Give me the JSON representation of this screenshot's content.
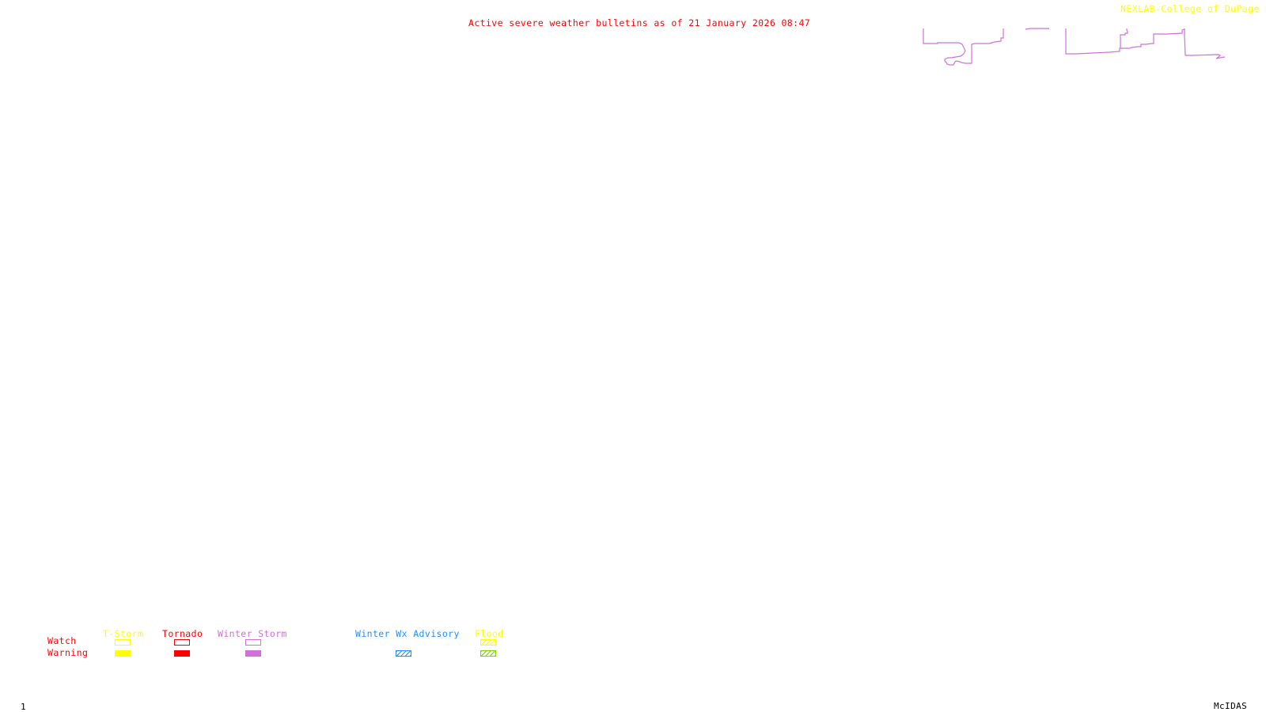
{
  "header": {
    "title": "Active severe weather bulletins as of 21 January 2026 08:47",
    "credit": "NEXLAB-College of DuPage",
    "credit_icon": "link-arrow-icon",
    "title_color": "#ff0000",
    "credit_color": "#ffff00"
  },
  "map": {
    "boundary_color": "#d070d8",
    "boundary_description": "Partial state/county boundary outlines (magenta) near top-right"
  },
  "legend": {
    "row_labels": {
      "watch": "Watch",
      "warning": "Warning"
    },
    "row_label_color": "#ff0000",
    "categories": [
      {
        "label": "T-Storm",
        "color": "#ffff00",
        "watch": "outline",
        "warning": "filled"
      },
      {
        "label": "Tornado",
        "color": "#ff0000",
        "watch": "outline",
        "warning": "filled"
      },
      {
        "label": "Winter Storm",
        "color": "#d070d8",
        "watch": "outline",
        "warning": "filled"
      },
      {
        "label": "Winter Wx Advisory",
        "color": "#1e90ff",
        "watch": "none",
        "warning": "hatched"
      },
      {
        "label": "Flood",
        "color": "#ffff00",
        "watch": "hatched",
        "warning": "hatched",
        "warning_color": "#7fd700"
      }
    ]
  },
  "footer": {
    "frame_number": "1",
    "software": "McIDAS"
  }
}
